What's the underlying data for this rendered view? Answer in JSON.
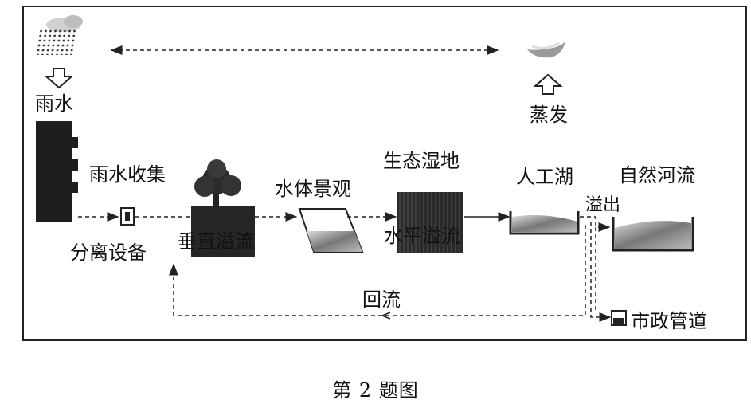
{
  "diagram": {
    "labels": {
      "rain": "雨水",
      "evaporation": "蒸发",
      "rain_collection": "雨水收集",
      "separator": "分离设备",
      "vertical_flow": "垂直溢流",
      "water_landscape": "水体景观",
      "wetland": "生态湿地",
      "horizontal_flow": "水平溢流",
      "artificial_lake": "人工湖",
      "natural_river": "自然河流",
      "overflow": "溢出",
      "backflow": "回流",
      "municipal_pipe": "市政管道"
    },
    "caption": "第 2 题图"
  },
  "icons": {
    "rain_cloud": "rain-cloud-icon",
    "cloud": "cloud-icon",
    "down_arrow": "hollow-down-arrow-icon",
    "up_arrow": "hollow-up-arrow-icon",
    "building": "building-icon",
    "tree": "tree-icon",
    "separator_device": "separator-device-icon",
    "pipe_outlet": "pipe-outlet-icon"
  }
}
